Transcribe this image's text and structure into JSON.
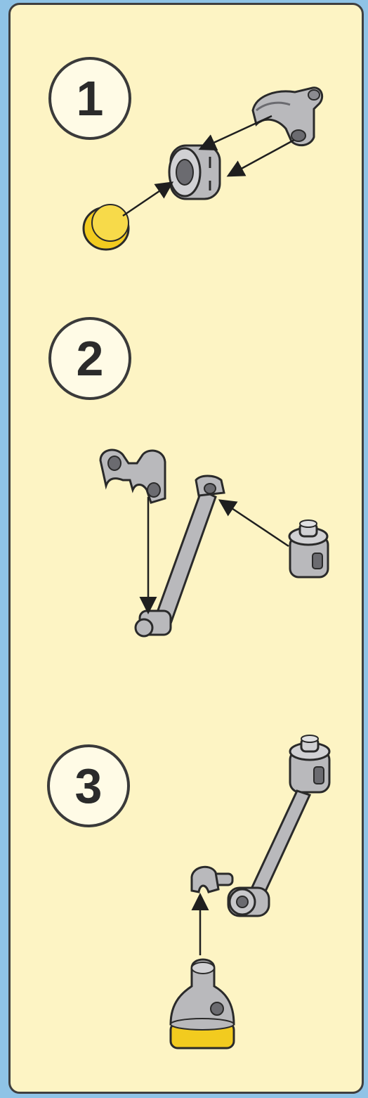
{
  "steps": [
    {
      "number": "1"
    },
    {
      "number": "2"
    },
    {
      "number": "3"
    }
  ],
  "colors": {
    "background_frame": "#8fc3e6",
    "panel": "#fdf4c4",
    "part_gray": "#b9b9bc",
    "part_dark": "#6b6b70",
    "accent_yellow": "#f2cb1f",
    "outline": "#2a2a2a"
  }
}
